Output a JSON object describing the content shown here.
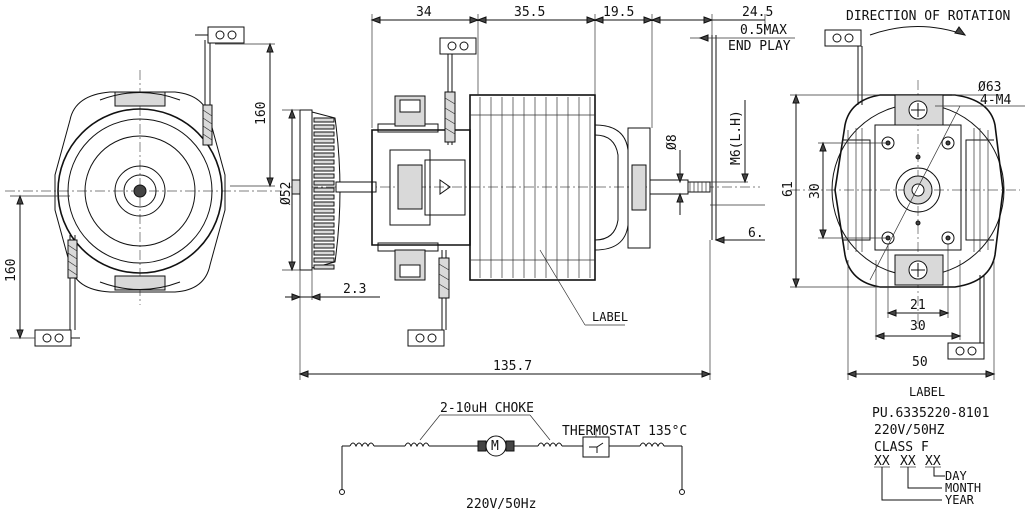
{
  "dims_top": [
    "34",
    "35.5",
    "19.5",
    "24.5"
  ],
  "end_play": {
    "line1": "0.5MAX",
    "line2": "END PLAY"
  },
  "rotation": "DIRECTION OF ROTATION",
  "dims_side": {
    "d52": "Ø52",
    "d8": "Ø8",
    "m6": "M6(L.H)",
    "six": "6.",
    "two3": "2.3",
    "total": "135.7",
    "label_ref": "LABEL"
  },
  "dims_left": {
    "h160_top": "160",
    "h160_bottom": "160"
  },
  "dims_right": {
    "d63": "Ø63",
    "m4": "4-M4",
    "h61": "61",
    "h30": "30",
    "w21": "21",
    "w30": "30",
    "w50": "50"
  },
  "circuit": {
    "choke": "2-10uH CHOKE",
    "thermostat": "THERMOSTAT 135°C",
    "motor": "M",
    "supply": "220V/50Hz"
  },
  "label_block": {
    "title": "LABEL",
    "line1": "PU.6335220-8101",
    "line2": "220V/50HZ",
    "line3": "CLASS F",
    "codes": [
      "XX",
      "XX",
      "XX"
    ],
    "day": "DAY",
    "month": "MONTH",
    "year": "YEAR"
  }
}
